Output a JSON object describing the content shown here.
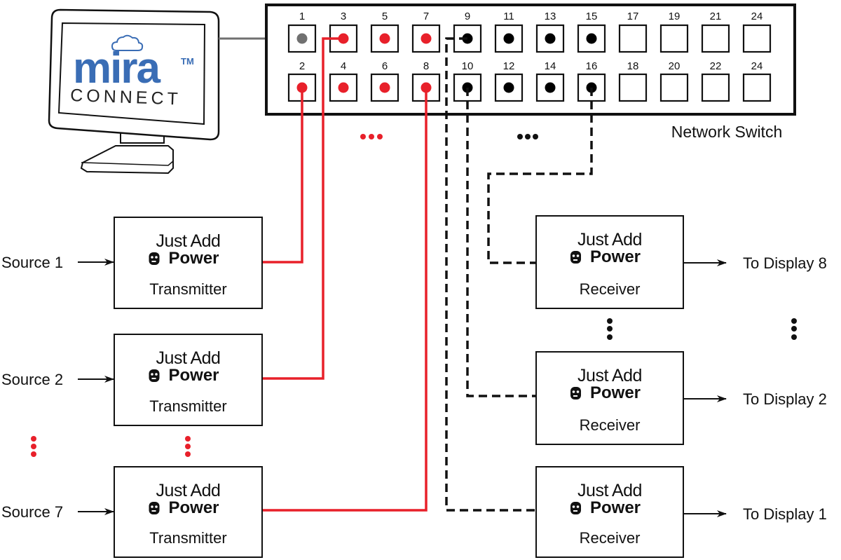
{
  "monitor": {
    "brand": "mira",
    "trademark": "TM",
    "subtitle": "CONNECT",
    "brand_color": "#3a6db5",
    "icon": "cloud-icon"
  },
  "switch": {
    "label": "Network Switch",
    "top_ports": [
      {
        "label": "1",
        "state": "control"
      },
      {
        "label": "3",
        "state": "transmitter"
      },
      {
        "label": "5",
        "state": "transmitter"
      },
      {
        "label": "7",
        "state": "transmitter"
      },
      {
        "label": "9",
        "state": "receiver"
      },
      {
        "label": "11",
        "state": "receiver"
      },
      {
        "label": "13",
        "state": "receiver"
      },
      {
        "label": "15",
        "state": "receiver"
      },
      {
        "label": "17",
        "state": "empty"
      },
      {
        "label": "19",
        "state": "empty"
      },
      {
        "label": "21",
        "state": "empty"
      },
      {
        "label": "24",
        "state": "empty"
      }
    ],
    "bottom_ports": [
      {
        "label": "2",
        "state": "transmitter"
      },
      {
        "label": "4",
        "state": "transmitter"
      },
      {
        "label": "6",
        "state": "transmitter"
      },
      {
        "label": "8",
        "state": "transmitter"
      },
      {
        "label": "10",
        "state": "receiver"
      },
      {
        "label": "12",
        "state": "receiver"
      },
      {
        "label": "14",
        "state": "receiver"
      },
      {
        "label": "16",
        "state": "receiver"
      },
      {
        "label": "18",
        "state": "empty"
      },
      {
        "label": "20",
        "state": "empty"
      },
      {
        "label": "22",
        "state": "empty"
      },
      {
        "label": "24",
        "state": "empty"
      }
    ]
  },
  "colors": {
    "transmitter": "#e8202a",
    "receiver": "#000000",
    "control": "#707070"
  },
  "device_brand": {
    "line1": "Just Add",
    "line2": "Power"
  },
  "transmitters": [
    {
      "source": "Source 1",
      "role": "Transmitter",
      "port": "2"
    },
    {
      "source": "Source 2",
      "role": "Transmitter",
      "port": "3"
    },
    {
      "source": "Source 7",
      "role": "Transmitter",
      "port": "8"
    }
  ],
  "receivers": [
    {
      "display": "To Display 8",
      "role": "Receiver",
      "port": "16"
    },
    {
      "display": "To Display 2",
      "role": "Receiver",
      "port": "10"
    },
    {
      "display": "To Display 1",
      "role": "Receiver",
      "port": "9"
    }
  ],
  "ellipsis": "…"
}
